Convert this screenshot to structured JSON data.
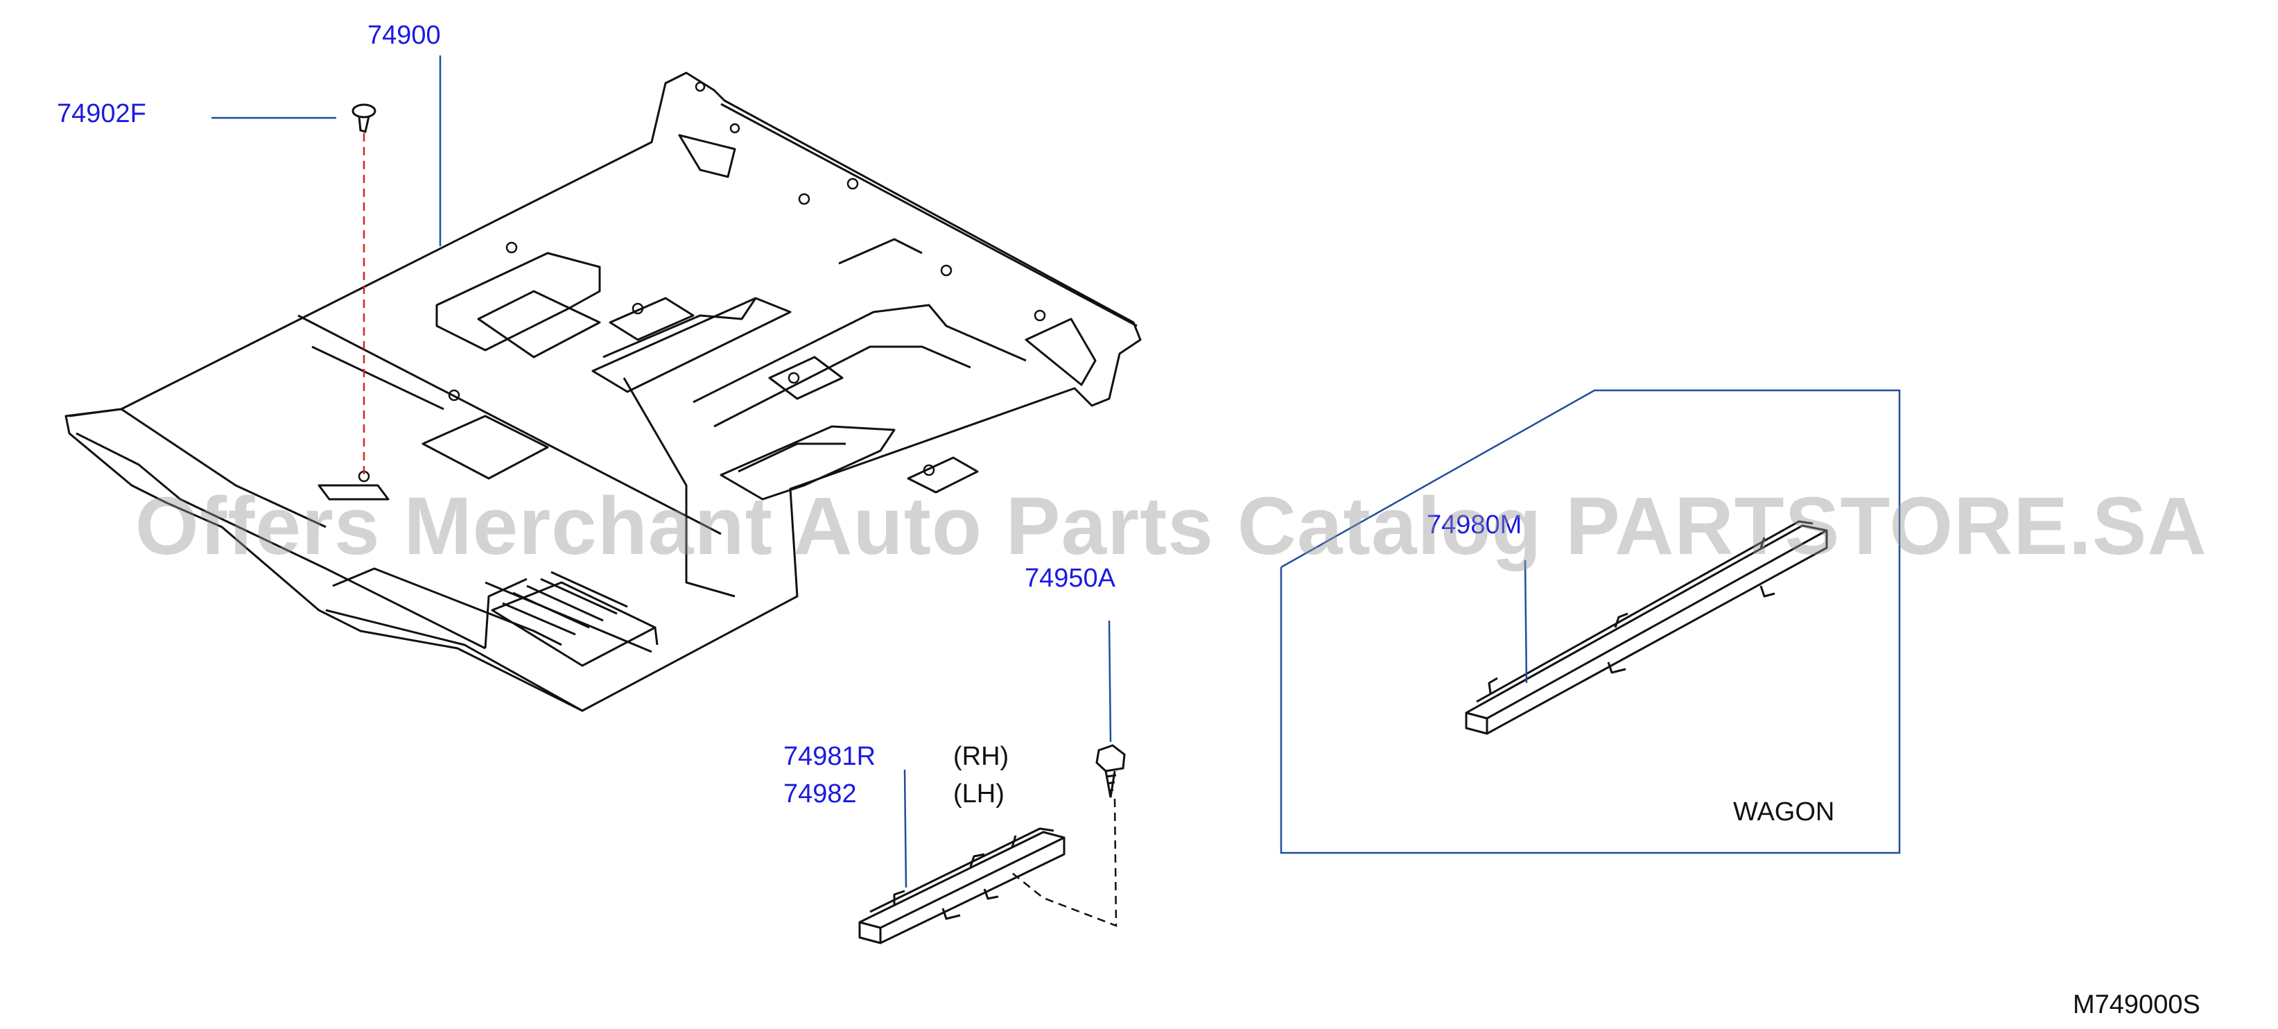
{
  "parts": {
    "p74900": "74900",
    "p74902F": "74902F",
    "p74950A": "74950A",
    "p74981R": "74981R",
    "p74982": "74982",
    "p74980M": "74980M"
  },
  "sides": {
    "rh": "(RH)",
    "lh": "(LH)"
  },
  "notes": {
    "wagon": "WAGON"
  },
  "diagram_code": "M749000S",
  "watermark": "Offers Merchant Auto Parts Catalog PARTSTORE.SA",
  "colors": {
    "callout_text": "#1a1ae0",
    "leader_line": "#1f4e9c",
    "dashed_line": "#e02020",
    "outline": "#111111"
  }
}
